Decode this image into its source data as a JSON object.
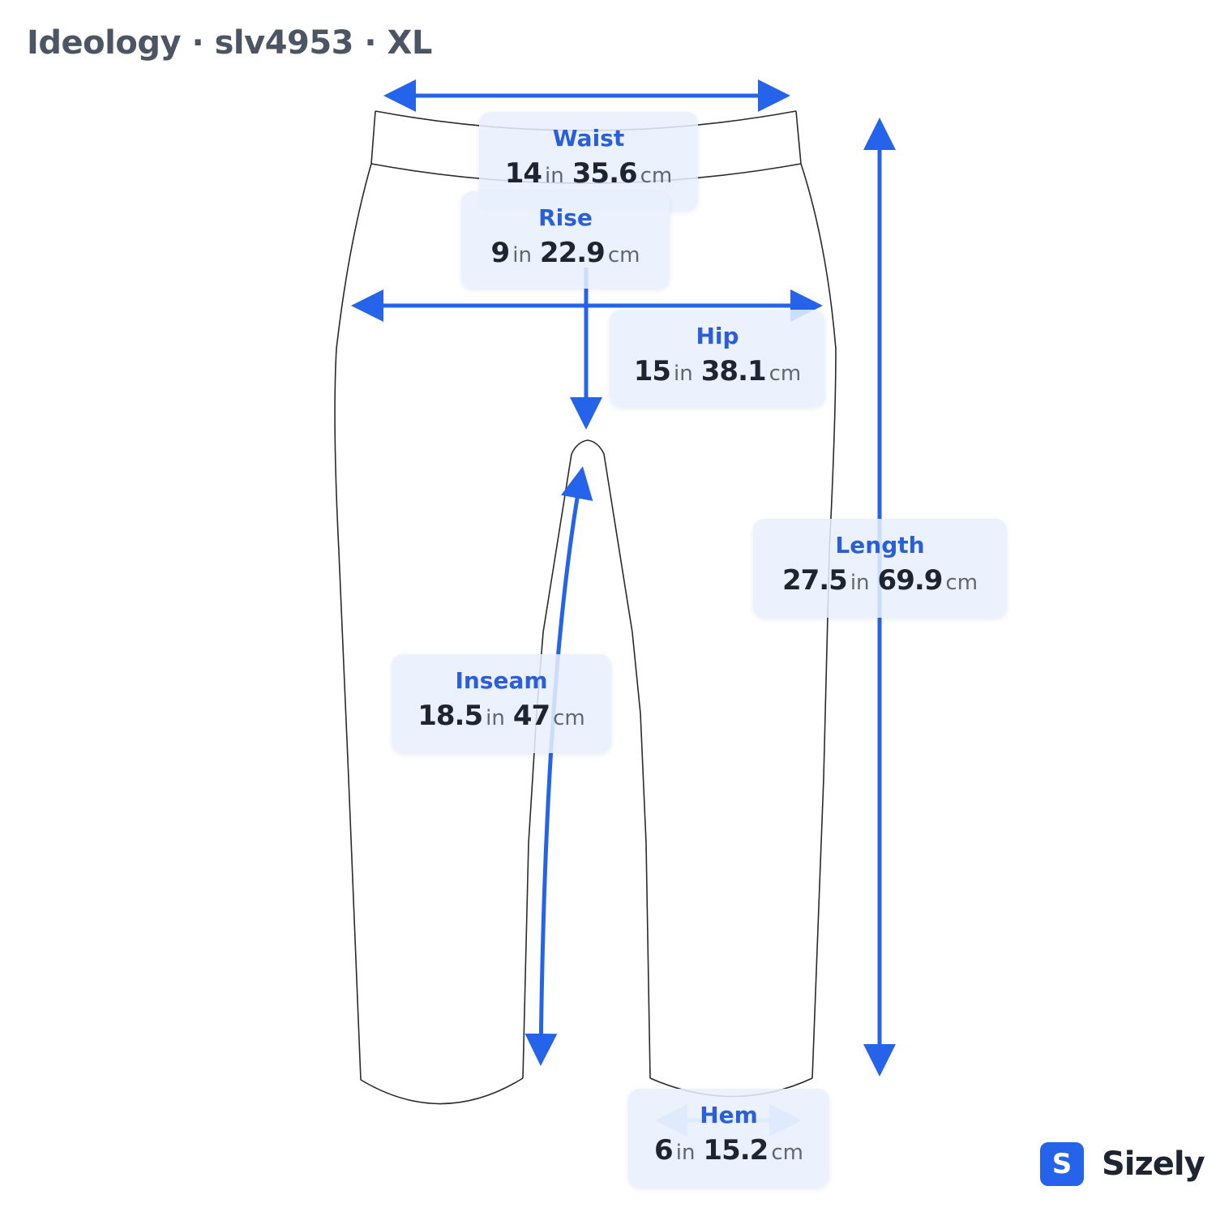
{
  "title": "Ideology · slv4953 · XL",
  "accent_color": "#2b5fd9",
  "unit_in": "in",
  "unit_cm": "cm",
  "measurements": {
    "waist": {
      "label": "Waist",
      "in": "14",
      "cm": "35.6"
    },
    "rise": {
      "label": "Rise",
      "in": "9",
      "cm": "22.9"
    },
    "hip": {
      "label": "Hip",
      "in": "15",
      "cm": "38.1"
    },
    "length": {
      "label": "Length",
      "in": "27.5",
      "cm": "69.9"
    },
    "inseam": {
      "label": "Inseam",
      "in": "18.5",
      "cm": "47"
    },
    "hem": {
      "label": "Hem",
      "in": "6",
      "cm": "15.2"
    }
  },
  "brand": {
    "logo_letter": "S",
    "name": "Sizely"
  }
}
